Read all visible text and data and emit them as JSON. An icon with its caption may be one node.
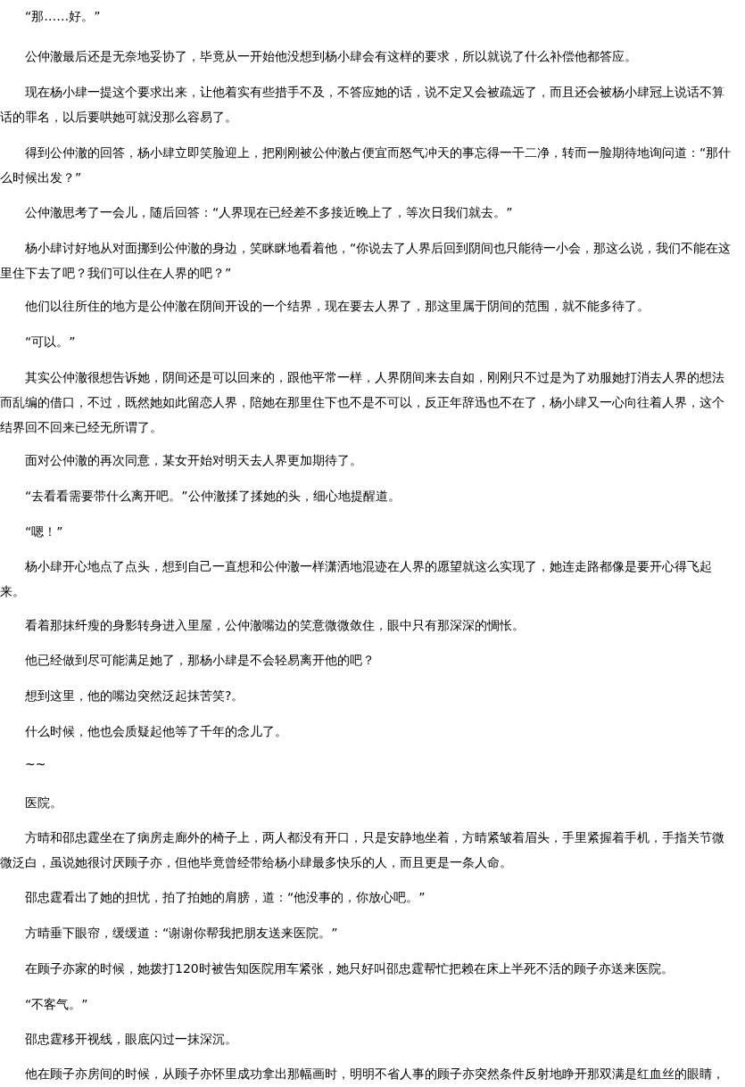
{
  "diagram": {
    "labels": [
      "“那……好。”",
      "公仲澈最后还是无奈地妥协了，毕竟从一开始他没想到杨小肆会有这样的要求，所以就说了什么补偿他都答应。",
      "现在杨小肆一提这个要求出来，让他着实有些措手不及，不答应她的话，说不定又会被疏远了，而且还会被杨小肆冠上说话不算话的罪名，以后要哄她可就没那么容易了。",
      "得到公仲澈的回答，杨小肆立即笑脸迎上，把刚刚被公仲澈占便宜而怒气冲天的事忘得一干二净，转而一脸期待地询问道：“那什么时候出发？”",
      "公仲澈思考了一会儿，随后回答：“人界现在已经差不多接近晚上了，等次日我们就去。”",
      "杨小肆讨好地从对面挪到公仲澈的身边，笑眯眯地看着他，“你说去了人界后回到阴间也只能待一小会，那这么说，我们不能在这里住下去了吧？我们可以住在人界的吧？”",
      "他们以往所住的地方是公仲澈在阴间开设的一个结界，现在要去人界了，那这里属于阴间的范围，就不能多待了。",
      "“可以。”",
      "其实公仲澈很想告诉她，阴间还是可以回来的，跟他平常一样，人界阴间来去自如，刚刚只不过是为了劝服她打消去人界的想法而乱编的借口，不过，既然她如此留恋人界，陪她在那里住下也不是不可以，反正年辞迅也不在了，杨小肆又一心向往着人界，这个结界回不回来已经无所谓了。",
      "面对公仲澈的再次同意，某女开始对明天去人界更加期待了。",
      "“去看看需要带什么离开吧。”公仲澈揉了揉她的头，细心地提醒道。",
      "“嗯！”",
      "杨小肆开心地点了点头，想到自己一直想和公仲澈一样潇洒地混迹在人界的愿望就这么实现了，她连走路都像是要开心得飞起来。",
      "看着那抹纤瘦的身影转身进入里屋，公仲澈嘴边的笑意微微敛住，眼中只有那深深的惆怅。",
      "他已经做到尽可能满足她了，那杨小肆是不会轻易离开他的吧？",
      "想到这里，他的嘴边突然泛起抹苦笑?。",
      "什么时候，他也会质疑起他等了千年的念儿了。",
      "~~",
      "医院。",
      "方晴和邵忠霆坐在了病房走廊外的椅子上，两人都没有开口，只是安静地坐着，方晴紧皱着眉头，手里紧握着手机，手指关节微微泛白，虽说她很讨厌顾子亦，但他毕竟曾经带给杨小肆最多快乐的人，而且更是一条人命。",
      "邵忠霆看出了她的担忧，拍了拍她的肩膀，道：“他没事的，你放心吧。”",
      "方晴垂下眼帘，缓缓道：“谢谢你帮我把朋友送来医院。”",
      "在顾子亦家的时候，她拨打120时被告知医院用车紧张，她只好叫邵忠霆帮忙把赖在床上半死不活的顾子亦送来医院。",
      "“不客气。”",
      "邵忠霆移开视线，眼底闪过一抹深沉。",
      "他在顾子亦房间的时候，从顾子亦怀里成功拿出那幅画时，明明不省人事的顾子亦突然条件反射地睁开那双满是红血丝的眼睛，"
    ]
  }
}
